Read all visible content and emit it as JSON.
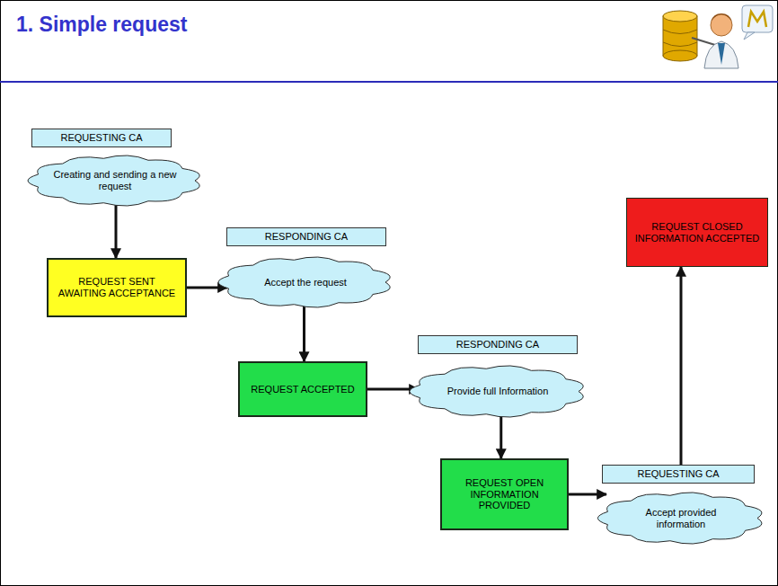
{
  "diagram": {
    "title": "1. Simple request",
    "nodes": [
      {
        "text": [
          "REQUESTING CA"
        ]
      },
      {
        "text": [
          "Creating and sending a new request"
        ]
      },
      {
        "text": [
          "REQUEST SENT AWAITING ACCEPTANCE"
        ]
      },
      {
        "text": [
          "RESPONDING CA"
        ]
      },
      {
        "text": [
          "Accept the request"
        ]
      },
      {
        "text": [
          "REQUEST ACCEPTED"
        ]
      },
      {
        "text": [
          "RESPONDING CA"
        ]
      },
      {
        "text": [
          "Provide full Information"
        ]
      },
      {
        "text": [
          "REQUEST OPEN INFORMATION PROVIDED"
        ]
      },
      {
        "text": [
          "REQUESTING CA"
        ]
      },
      {
        "text": [
          "Accept provided information"
        ]
      },
      {
        "text": [
          "REQUEST CLOSED INFORMATION ACCEPTED"
        ]
      }
    ],
    "edges": [
      {
        "from": 1,
        "to": 2,
        "arrow": "to"
      },
      {
        "from": 2,
        "to": 4,
        "arrow": "to"
      },
      {
        "from": 4,
        "to": 5,
        "arrow": "to"
      },
      {
        "from": 5,
        "to": 7,
        "arrow": "to"
      },
      {
        "from": 7,
        "to": 8,
        "arrow": "to"
      },
      {
        "from": 8,
        "to": 10,
        "arrow": "to"
      },
      {
        "from": 10,
        "to": 11,
        "arrow": "to"
      }
    ]
  }
}
